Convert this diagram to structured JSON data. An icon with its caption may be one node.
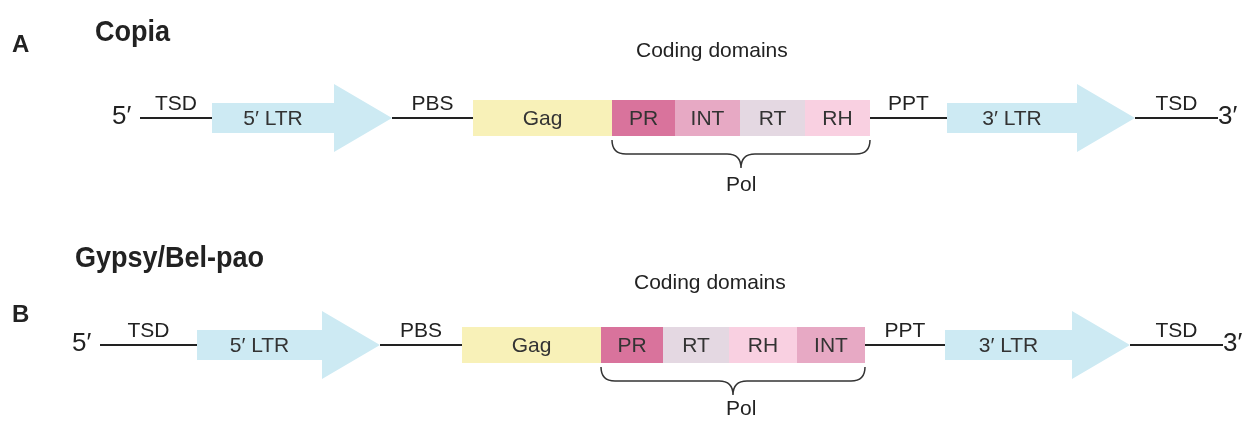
{
  "diagram": {
    "nodes": [
      {
        "text": [
          "5′"
        ]
      },
      {
        "text": [
          "5′ LTR"
        ]
      },
      {
        "text": [
          "Gag"
        ]
      },
      {
        "text": [
          "PR"
        ]
      },
      {
        "text": [
          "INT"
        ]
      },
      {
        "text": [
          "RT"
        ]
      },
      {
        "text": [
          "RH"
        ]
      },
      {
        "text": [
          "3′ LTR"
        ]
      },
      {
        "text": [
          "3′"
        ]
      },
      {
        "text": [
          "5′"
        ]
      },
      {
        "text": [
          "5′ LTR"
        ]
      },
      {
        "text": [
          "Gag"
        ]
      },
      {
        "text": [
          "PR"
        ]
      },
      {
        "text": [
          "RT"
        ]
      },
      {
        "text": [
          "RH"
        ]
      },
      {
        "text": [
          "INT"
        ]
      },
      {
        "text": [
          "3′ LTR"
        ]
      },
      {
        "text": [
          "3′"
        ]
      }
    ],
    "edges": [
      {
        "from": 0,
        "to": 1,
        "arrow": "none",
        "label": "TSD"
      },
      {
        "from": 1,
        "to": 2,
        "arrow": "none",
        "label": "PBS"
      },
      {
        "from": 6,
        "to": 7,
        "arrow": "none",
        "label": "PPT"
      },
      {
        "from": 7,
        "to": 8,
        "arrow": "none",
        "label": "TSD"
      },
      {
        "from": 9,
        "to": 10,
        "arrow": "none",
        "label": "TSD"
      },
      {
        "from": 10,
        "to": 11,
        "arrow": "none",
        "label": "PBS"
      },
      {
        "from": 15,
        "to": 16,
        "arrow": "none",
        "label": "PPT"
      },
      {
        "from": 16,
        "to": 17,
        "arrow": "none",
        "label": "TSD"
      }
    ],
    "labels": [
      "A",
      "Copia",
      "Coding domains",
      "Pol",
      "Gypsy/Bel-pao",
      "Coding domains",
      "B",
      "Pol"
    ]
  }
}
